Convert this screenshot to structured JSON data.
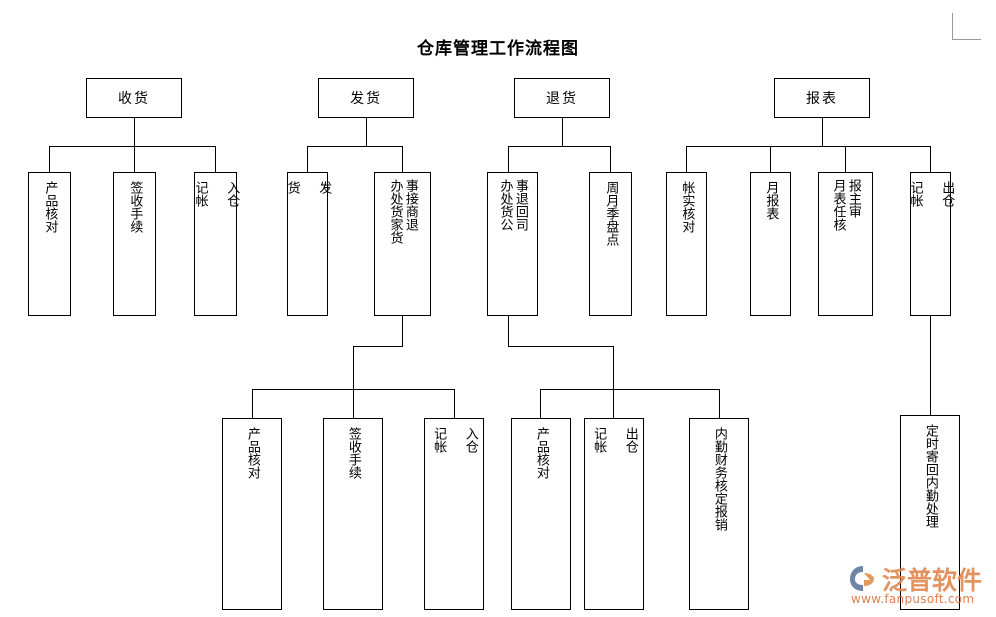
{
  "page": {
    "title": "仓库管理工作流程图",
    "background": "#ffffff",
    "line_color": "#000000"
  },
  "watermark": {
    "brand": "泛普软件",
    "url": "www.fanpusoft.com",
    "brand_color": "#e08a52",
    "url_color": "#d8733f",
    "logo_icon": "fanpu-logo-icon"
  },
  "flow": {
    "roots": [
      {
        "id": "receiving",
        "label": "收货"
      },
      {
        "id": "shipping",
        "label": "发货"
      },
      {
        "id": "returns",
        "label": "退货"
      },
      {
        "id": "reports",
        "label": "报表"
      }
    ],
    "receiving_children": [
      {
        "id": "r-check",
        "col_right": "产品核对"
      },
      {
        "id": "r-sign",
        "col_right": "签收手续"
      },
      {
        "id": "r-instock",
        "col_right": "入仓\n\n记帐"
      }
    ],
    "shipping_children": [
      {
        "id": "s-ship",
        "col_right": "发\n\n货"
      },
      {
        "id": "s-handle",
        "col_right": "事接商退",
        "col_left": "办处货家货"
      }
    ],
    "returns_children": [
      {
        "id": "t-return",
        "col_right": "事退回司",
        "col_left": "办处货公"
      },
      {
        "id": "t-count",
        "col_right": "周月季盘点"
      }
    ],
    "reports_children": [
      {
        "id": "p-recon",
        "col_right": "帐实核对"
      },
      {
        "id": "p-month",
        "col_right": "月报表"
      },
      {
        "id": "p-audit",
        "col_right": "报主审",
        "col_left": "月表任核"
      },
      {
        "id": "p-outstock",
        "col_right": "出仓\n\n记帐"
      }
    ],
    "shipping_grandchildren": [
      {
        "id": "sg-check",
        "col_right": "产品核对"
      },
      {
        "id": "sg-sign",
        "col_right": "签收手续"
      },
      {
        "id": "sg-instock",
        "col_right": "入仓\n\n记帐"
      }
    ],
    "returns_grandchildren": [
      {
        "id": "tg-check",
        "col_right": "产品核对"
      },
      {
        "id": "tg-outstock",
        "col_right": "出仓\n\n记帐"
      },
      {
        "id": "tg-finance",
        "col_right": "内勤财务核定报销"
      }
    ],
    "reports_grandchildren": [
      {
        "id": "pg-mail",
        "col_right": "定时寄回内勤处理"
      }
    ]
  }
}
